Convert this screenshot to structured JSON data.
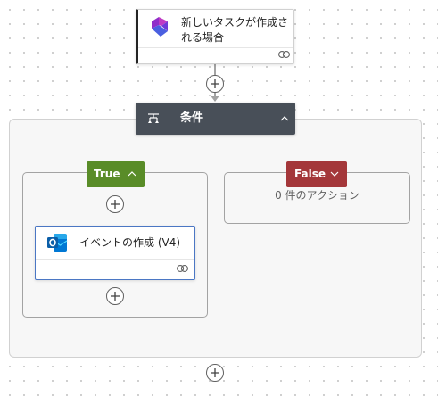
{
  "trigger": {
    "title": "新しいタスクが作成される場合",
    "icon": "planner-icon",
    "accent_color": "#242424"
  },
  "condition": {
    "title": "条件",
    "icon": "condition-icon",
    "header_color": "#484f58"
  },
  "true_branch": {
    "label": "True",
    "color": "#598c28",
    "actions": [
      {
        "title": "イベントの作成 (V4)",
        "icon": "outlook-icon"
      }
    ]
  },
  "false_branch": {
    "label": "False",
    "color": "#a4373a",
    "empty_text": "0 件のアクション"
  }
}
